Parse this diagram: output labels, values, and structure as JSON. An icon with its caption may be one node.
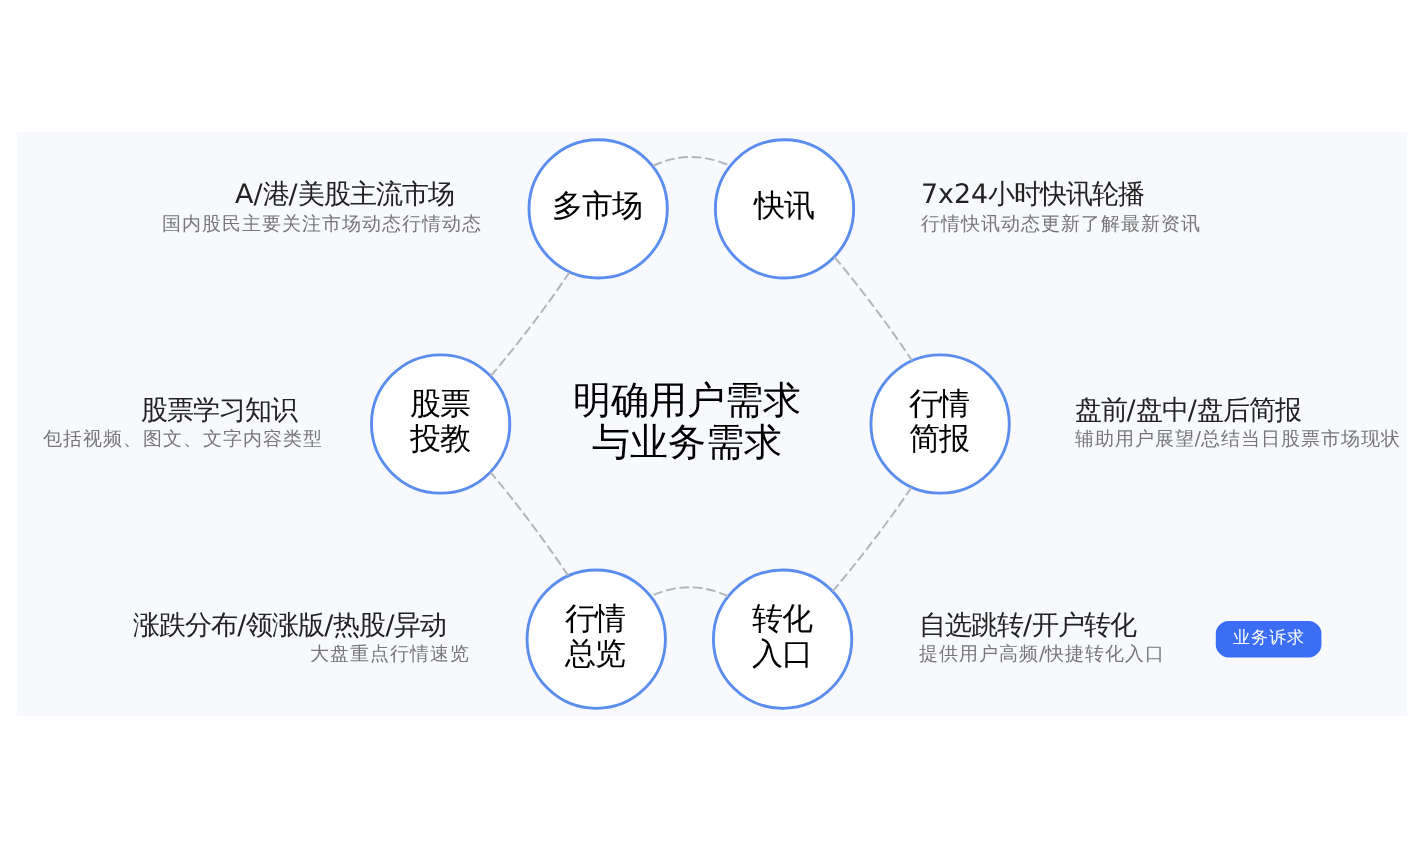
{
  "diagram": {
    "nodes": [
      {
        "text": [
          "多市场"
        ],
        "beside": [
          "A/港/美股主流市场",
          "国内股民主要关注市场动态行情动态"
        ]
      },
      {
        "text": [
          "快讯"
        ],
        "beside": [
          "7x24小时快讯轮播",
          "行情快讯动态更新了解最新资讯"
        ]
      },
      {
        "text": [
          "股票投教"
        ],
        "beside": [
          "股票学习知识",
          "包括视频、图文、文字内容类型"
        ]
      },
      {
        "text": [
          "行情简报"
        ],
        "beside": [
          "盘前/盘中/盘后简报",
          "辅助用户展望/总结当日股票市场现状"
        ]
      },
      {
        "text": [
          "行情总览"
        ],
        "beside": [
          "涨跌分布/领涨版/热股/异动",
          "大盘重点行情速览"
        ]
      },
      {
        "text": [
          "转化入口"
        ],
        "beside": [
          "自选跳转/开户转化",
          "提供用户高频/快捷转化入口"
        ]
      },
      {
        "text": [
          "业务诉求"
        ]
      }
    ],
    "edges": [
      {
        "from": 0,
        "to": 1,
        "arrow": "none",
        "style": "dashed"
      },
      {
        "from": 1,
        "to": 3,
        "arrow": "none",
        "style": "dashed"
      },
      {
        "from": 3,
        "to": 5,
        "arrow": "none",
        "style": "dashed"
      },
      {
        "from": 5,
        "to": 4,
        "arrow": "none",
        "style": "dashed"
      },
      {
        "from": 4,
        "to": 2,
        "arrow": "none",
        "style": "dashed"
      },
      {
        "from": 2,
        "to": 0,
        "arrow": "none",
        "style": "dashed"
      }
    ],
    "labels": [
      "明确用户需求与业务需求"
    ]
  }
}
